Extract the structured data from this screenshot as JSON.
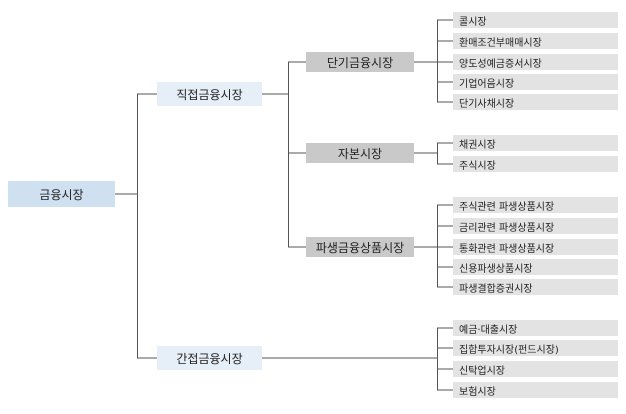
{
  "diagram": {
    "root": {
      "label": "금융시장"
    },
    "level1": [
      {
        "key": "direct",
        "label": "직접금융시장"
      },
      {
        "key": "indirect",
        "label": "간접금융시장"
      }
    ],
    "level2": [
      {
        "key": "short",
        "label": "단기금융시장"
      },
      {
        "key": "capital",
        "label": "자본시장"
      },
      {
        "key": "derivative",
        "label": "파생금융상품시장"
      }
    ],
    "leaves": {
      "short": [
        "콜시장",
        "환매조건부매매시장",
        "양도성예금증서시장",
        "기업어음시장",
        "단기사채시장"
      ],
      "capital": [
        "채권시장",
        "주식시장"
      ],
      "derivative": [
        "주식관련 파생상품시장",
        "금리관련 파생상품시장",
        "통화관련 파생상품시장",
        "신용파생상품시장",
        "파생결합증권시장"
      ],
      "indirect": [
        "예금·대출시장",
        "집합투자시장(펀드시장)",
        "신탁업시장",
        "보험시장"
      ]
    }
  }
}
